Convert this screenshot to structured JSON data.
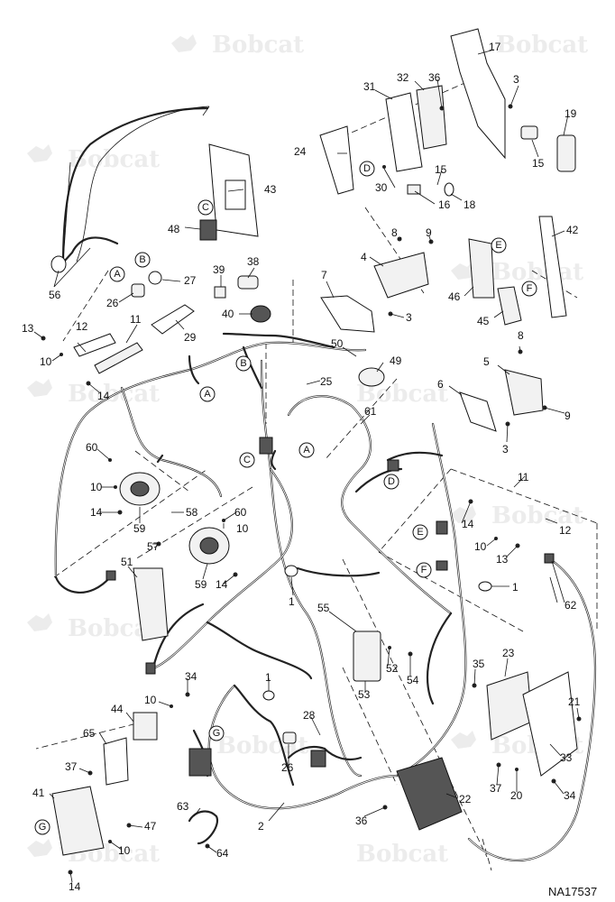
{
  "watermark": {
    "brand": "Bobcat"
  },
  "drawing_code": "NA17537",
  "part_numbers": {
    "p1a": "1",
    "p1b": "1",
    "p1c": "1",
    "p2": "2",
    "p3a": "3",
    "p3b": "3",
    "p3c": "3",
    "p4": "4",
    "p5": "5",
    "p6": "6",
    "p7": "7",
    "p8a": "8",
    "p8b": "8",
    "p9a": "9",
    "p9b": "9",
    "p10a": "10",
    "p10b": "10",
    "p10c": "10",
    "p10d": "10",
    "p10e": "10",
    "p10f": "10",
    "p11a": "11",
    "p11b": "11",
    "p12a": "12",
    "p12b": "12",
    "p13a": "13",
    "p13b": "13",
    "p14a": "14",
    "p14b": "14",
    "p14c": "14",
    "p14d": "14",
    "p14e": "14",
    "p15a": "15",
    "p15b": "15",
    "p16": "16",
    "p17": "17",
    "p18": "18",
    "p19": "19",
    "p20": "20",
    "p21": "21",
    "p22": "22",
    "p23": "23",
    "p24": "24",
    "p25": "25",
    "p26a": "26",
    "p26b": "26",
    "p27": "27",
    "p28": "28",
    "p29": "29",
    "p30": "30",
    "p31": "31",
    "p32": "32",
    "p33": "33",
    "p34a": "34",
    "p34b": "34",
    "p35": "35",
    "p36a": "36",
    "p36b": "36",
    "p37a": "37",
    "p37b": "37",
    "p38": "38",
    "p39": "39",
    "p40": "40",
    "p41": "41",
    "p42": "42",
    "p43": "43",
    "p44": "44",
    "p45": "45",
    "p46": "46",
    "p47": "47",
    "p48": "48",
    "p49": "49",
    "p50": "50",
    "p51": "51",
    "p52": "52",
    "p53": "53",
    "p54": "54",
    "p55": "55",
    "p56": "56",
    "p57": "57",
    "p58": "58",
    "p59a": "59",
    "p59b": "59",
    "p60a": "60",
    "p60b": "60",
    "p61": "61",
    "p62": "62",
    "p63": "63",
    "p64": "64",
    "p65": "65"
  },
  "connector_refs": {
    "a1": "A",
    "a2": "A",
    "a3": "A",
    "b1": "B",
    "b2": "B",
    "c1": "C",
    "c2": "C",
    "d1": "D",
    "d2": "D",
    "e1": "E",
    "e2": "E",
    "f1": "F",
    "f2": "F",
    "g1": "G",
    "g2": "G"
  }
}
